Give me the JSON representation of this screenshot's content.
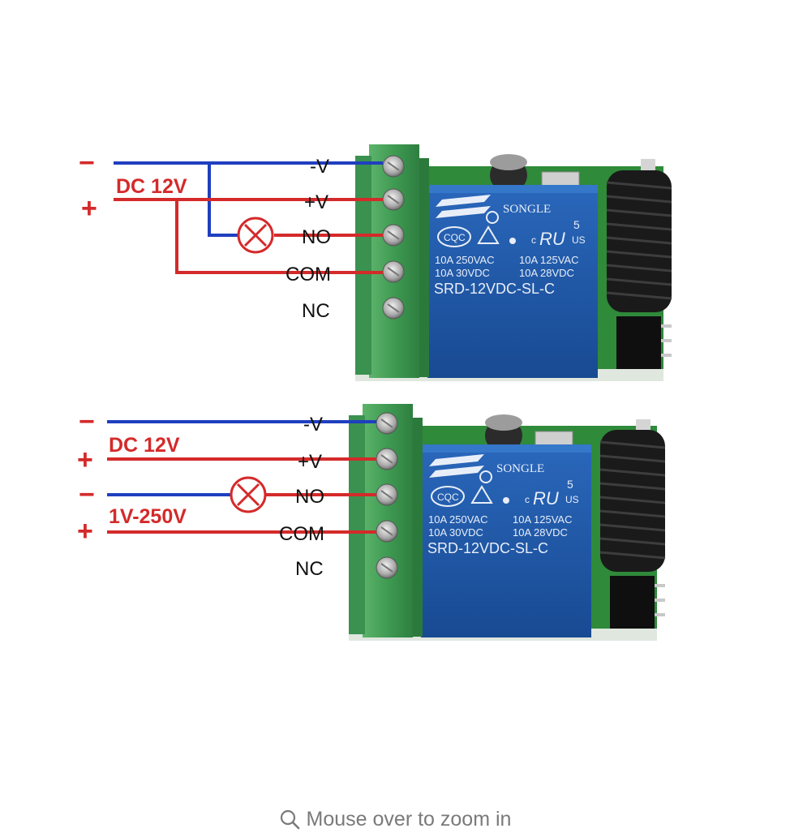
{
  "diagrams": [
    {
      "supply_label": "DC 12V",
      "minus_symbol": "−",
      "plus_symbol": "+",
      "terminals": [
        "-V",
        "+V",
        "NO",
        "COM",
        "NC"
      ],
      "relay": {
        "brand": "SONGLE",
        "rating_left_1": "10A 250VAC",
        "rating_right_1": "10A 125VAC",
        "rating_left_2": "10A 30VDC",
        "rating_right_2": "10A 28VDC",
        "model": "SRD-12VDC-SL-C",
        "cert": "CQC",
        "ul_number": "5",
        "ul_region": "US"
      }
    },
    {
      "supply_label": "DC 12V",
      "load_label": "1V-250V",
      "minus_symbol": "−",
      "plus_symbol": "+",
      "terminals": [
        "-V",
        "+V",
        "NO",
        "COM",
        "NC"
      ],
      "relay": {
        "brand": "SONGLE",
        "rating_left_1": "10A 250VAC",
        "rating_right_1": "10A 125VAC",
        "rating_left_2": "10A 30VDC",
        "rating_right_2": "10A 28VDC",
        "model": "SRD-12VDC-SL-C",
        "cert": "CQC",
        "ul_number": "5",
        "ul_region": "US"
      }
    }
  ],
  "colors": {
    "wire_red": "#d42a2a",
    "wire_blue": "#1f3fbf",
    "terminal_green": "#3f9a52",
    "relay_blue": "#1e57a8",
    "pcb_green": "#2f8a3a",
    "label_red": "#d42a2a"
  },
  "zoom_hint": {
    "icon": "search-icon",
    "text": "Mouse over to zoom in"
  }
}
